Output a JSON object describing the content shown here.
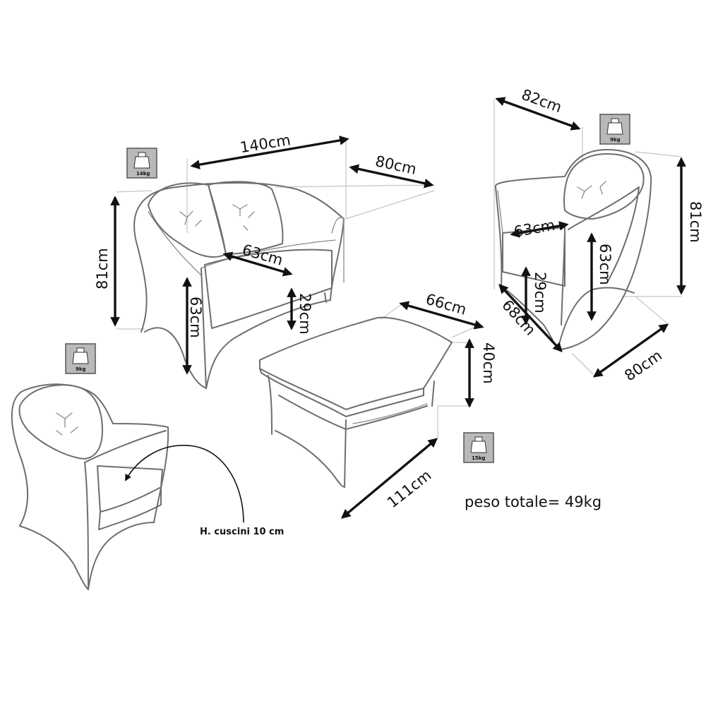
{
  "sofa": {
    "width": "140cm",
    "depth": "80cm",
    "height": "81cm",
    "seat_depth": "63cm",
    "arm_height": "63cm",
    "seat_height": "29cm",
    "weight": "14kg"
  },
  "armchair_right": {
    "width": "82cm",
    "depth": "80cm",
    "depth_side": "68cm",
    "height": "81cm",
    "seat_depth": "63cm",
    "arm_height": "63cm",
    "seat_height": "29cm",
    "weight": "9kg"
  },
  "armchair_left": {
    "weight": "9kg",
    "cushion_note": "H. cuscini 10 cm"
  },
  "table": {
    "width": "66cm",
    "length": "111cm",
    "height": "40cm",
    "weight": "15kg"
  },
  "total_weight": "peso totale= 49kg",
  "colors": {
    "outline": "#6e6e6e",
    "dimension": "#111111"
  }
}
